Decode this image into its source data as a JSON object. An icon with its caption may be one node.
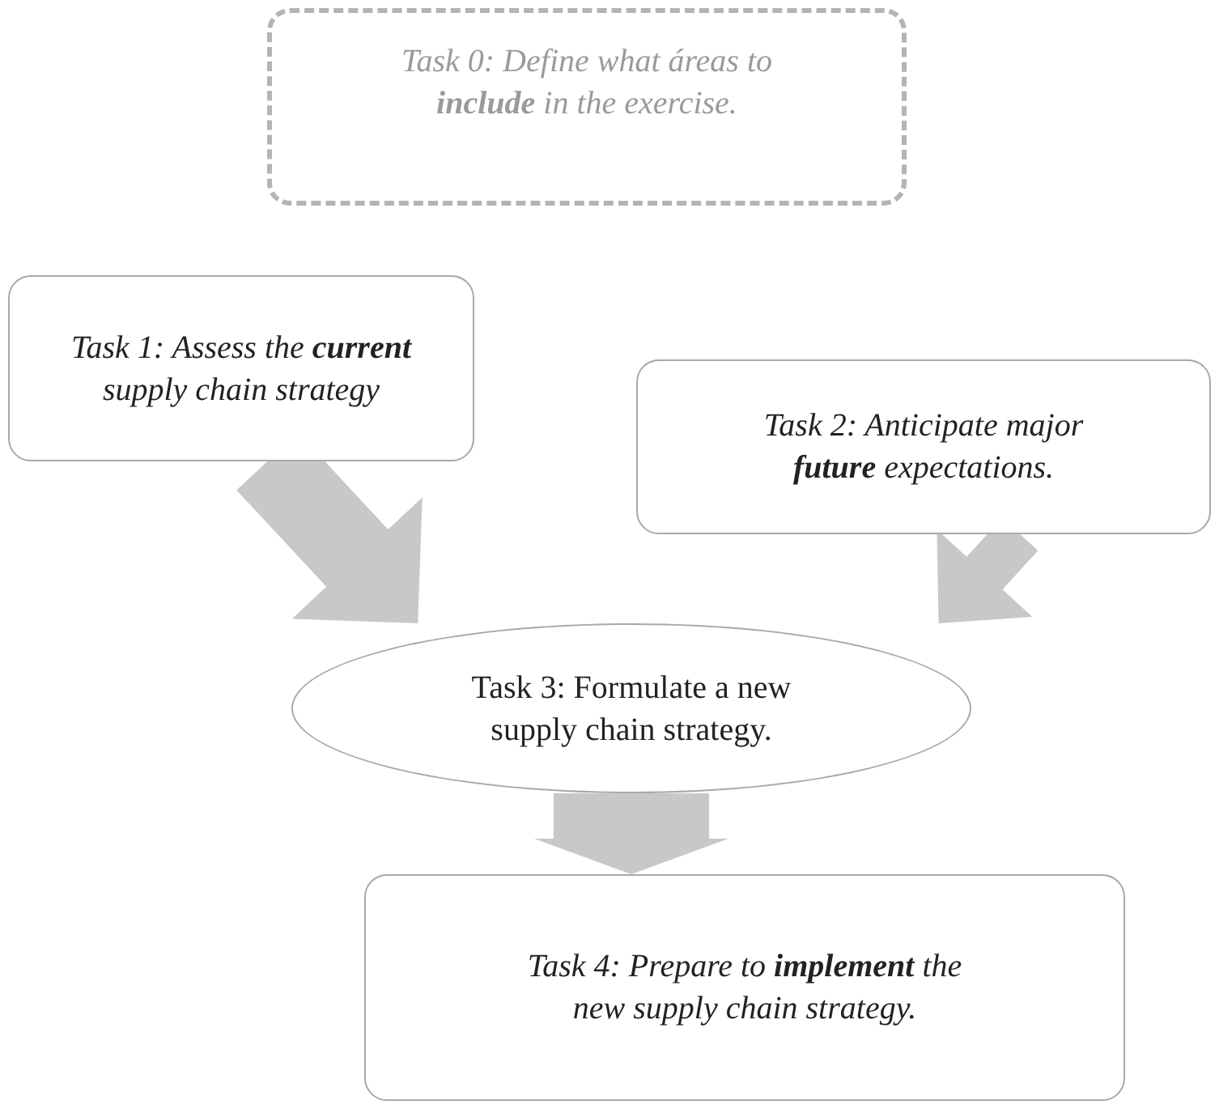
{
  "diagram": {
    "nodes": [
      {
        "text": [
          "Task 0: Define what áreas to **include** in the exercise."
        ]
      },
      {
        "text": [
          "Task 1: Assess the **current** supply chain strategy"
        ]
      },
      {
        "text": [
          "Task 2: Anticipate major **future** expectations."
        ]
      },
      {
        "text": [
          "Task 3: Formulate a new supply chain strategy."
        ]
      },
      {
        "text": [
          "Task 4: Prepare to **implement** the new supply chain strategy."
        ]
      }
    ],
    "edges": [
      {
        "from": 1,
        "to": 3,
        "arrow": "to",
        "style": "thick"
      },
      {
        "from": 2,
        "to": 3,
        "arrow": "to",
        "style": "thick"
      },
      {
        "from": 3,
        "to": 4,
        "arrow": "to",
        "style": "thick"
      }
    ]
  }
}
